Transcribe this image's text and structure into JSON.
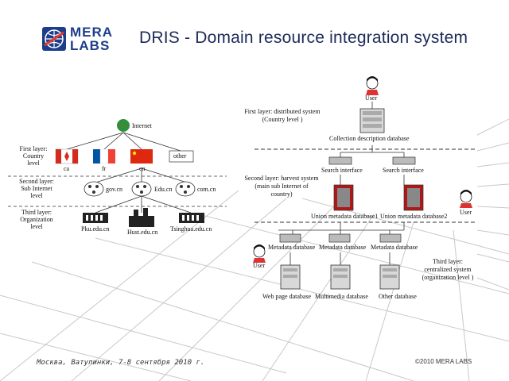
{
  "header": {
    "logo_line1": "MERA",
    "logo_line2": "LABS",
    "title": "DRIS - Domain resource integration system"
  },
  "left_diagram": {
    "internet_label": "Internet",
    "layer1_label": [
      "First layer:",
      "Country",
      "level"
    ],
    "layer2_label": [
      "Second layer:",
      "Sub Internet",
      "level"
    ],
    "layer3_label": [
      "Third layer:",
      "Organization",
      "level"
    ],
    "countries": [
      "ca",
      "fr",
      "cn"
    ],
    "other_label": "other",
    "sub_domains": [
      "gov.cn",
      "Edu.cn",
      "com.cn"
    ],
    "organizations": [
      "Pku.edu.cn",
      "Hust.edu.cn",
      "Tsinghua.edu.cn"
    ],
    "colors": {
      "canada_red": "#d52b1e",
      "france_blue": "#0055a4",
      "china_red": "#de2910"
    }
  },
  "right_diagram": {
    "user_label": "User",
    "layer1_label": [
      "First layer: distributed system",
      "(Country level )"
    ],
    "collection_db": "Collection description database",
    "layer2_label": [
      "Second layer: harvest system",
      "(main sub Internet of",
      "country)"
    ],
    "search_interfaces": [
      "Search interface",
      "Search interface"
    ],
    "union_dbs": [
      "Union metadata database1",
      "Union metadata database2"
    ],
    "metadata_dbs": [
      "Metadata database",
      "Metadata database",
      "Metadata database"
    ],
    "layer3_label": [
      "Third layer:",
      "centralized system",
      "(organization level )"
    ],
    "leaf_dbs": [
      "Web page database",
      "Multimedia database",
      "Other database"
    ]
  },
  "footer": {
    "left_text": "Москва, Ватулинки, 7-8 сентября 2010 г.",
    "right_text": "©2010 MERA LABS"
  }
}
